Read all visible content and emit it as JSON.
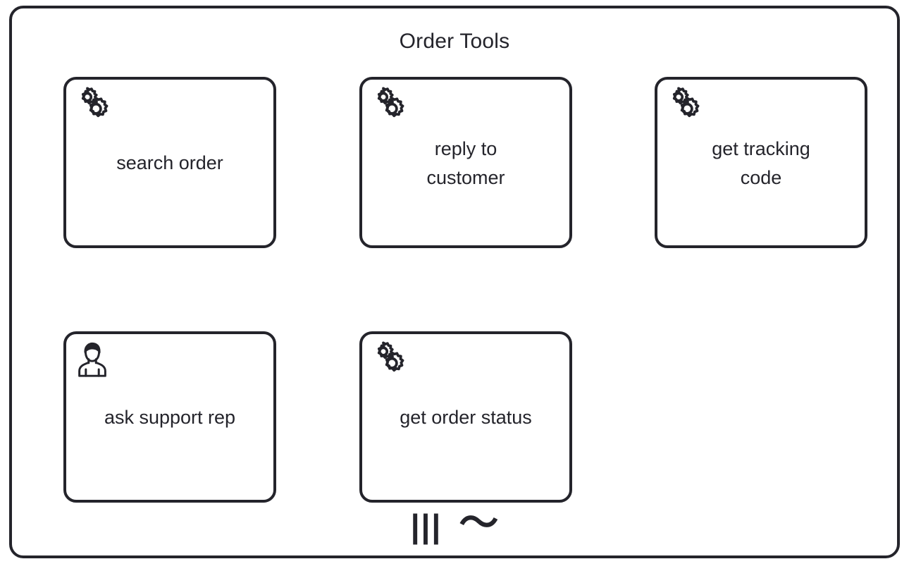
{
  "group": {
    "title": "Order Tools",
    "border_color": "#24242b",
    "background_color": "#ffffff"
  },
  "cards": [
    {
      "id": "search-order",
      "label": "search order",
      "icon": "gears-icon",
      "lines": 1,
      "row": 1,
      "column": 1
    },
    {
      "id": "reply-to-customer",
      "label": "reply to\ncustomer",
      "icon": "gears-icon",
      "lines": 2,
      "row": 1,
      "column": 2
    },
    {
      "id": "get-tracking-code",
      "label": "get tracking\ncode",
      "icon": "gears-icon",
      "lines": 2,
      "row": 1,
      "column": 3
    },
    {
      "id": "ask-support-rep",
      "label": "ask support rep",
      "icon": "person-icon",
      "lines": 1,
      "row": 2,
      "column": 1
    },
    {
      "id": "get-order-status",
      "label": "get order status",
      "icon": "gears-icon",
      "lines": 1,
      "row": 2,
      "column": 2
    }
  ],
  "bottom_glyphs": {
    "bars": "|||",
    "wave": "〜"
  }
}
